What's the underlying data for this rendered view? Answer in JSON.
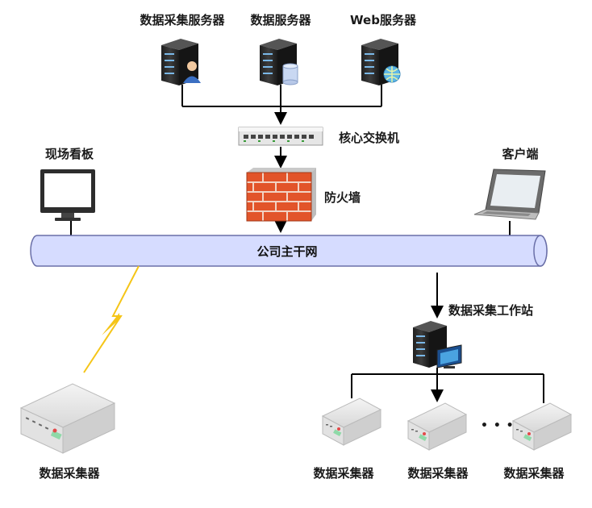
{
  "labels": {
    "data_collection_server": "数据采集服务器",
    "data_server": "数据服务器",
    "web_server": "Web服务器",
    "core_switch": "核心交换机",
    "site_board": "现场看板",
    "client": "客户端",
    "firewall": "防火墙",
    "backbone": "公司主干网",
    "workstation": "数据采集工作站",
    "collector_left": "数据采集器",
    "collector_1": "数据采集器",
    "collector_2": "数据采集器",
    "collector_3": "数据采集器",
    "ellipsis": "• • •"
  },
  "colors": {
    "backbone_fill": "#d6dcff",
    "backbone_stroke": "#6a6fa8",
    "firewall_brick": "#e2542a",
    "lightning": "#f5c518",
    "server_body": "#2e2e2e",
    "line": "#000000"
  }
}
